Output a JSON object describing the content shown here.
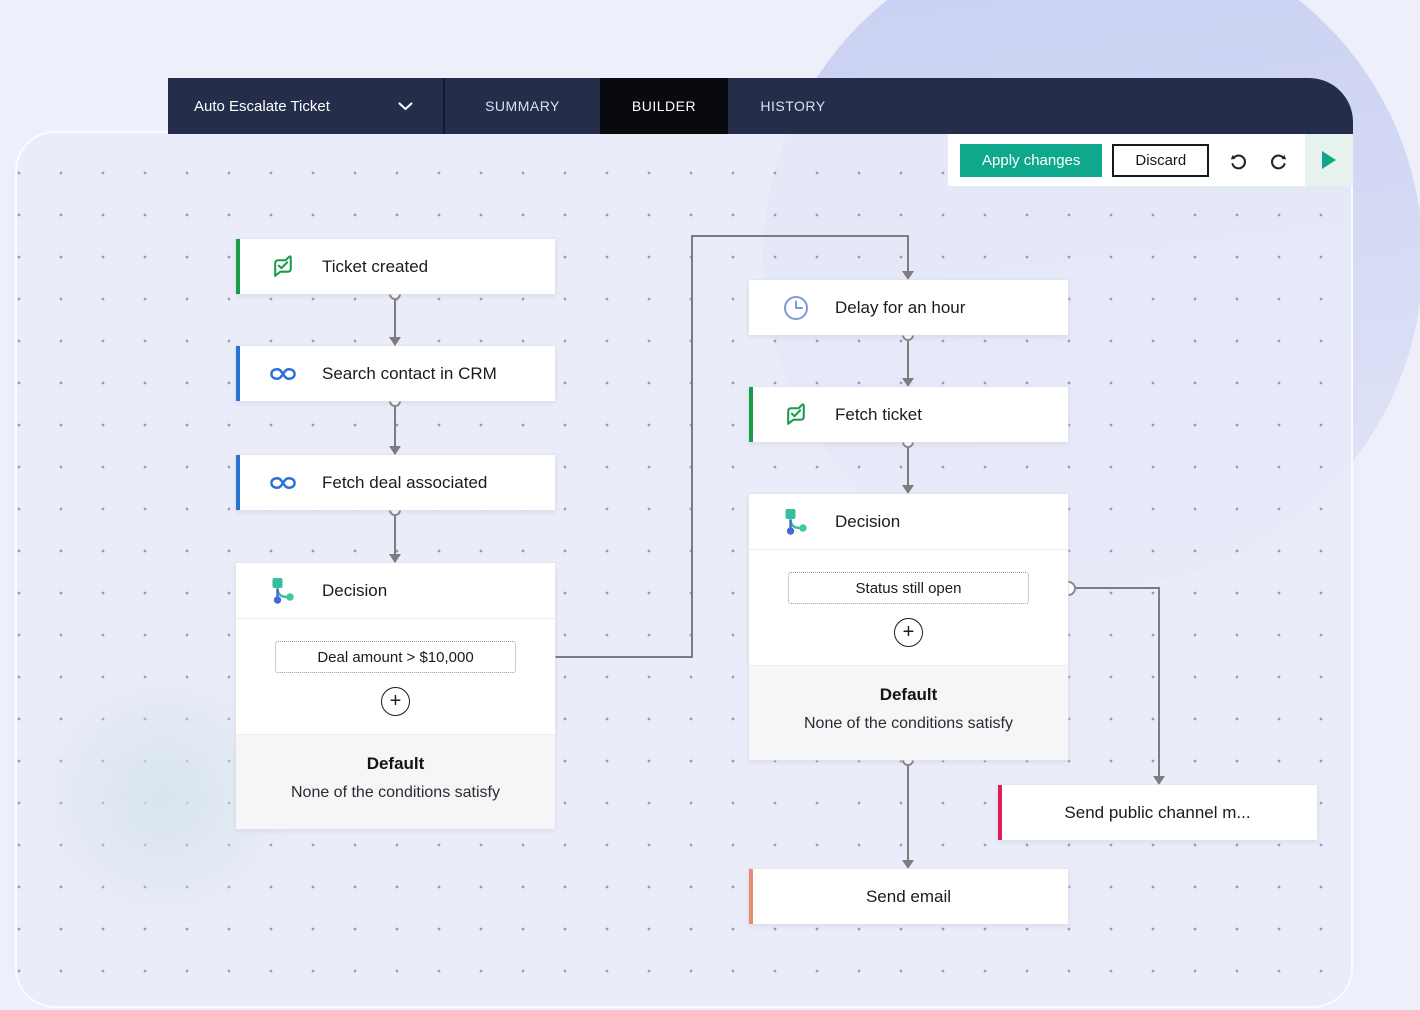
{
  "nav": {
    "workflow_name": "Auto Escalate Ticket",
    "tabs": [
      {
        "label": "SUMMARY",
        "active": false
      },
      {
        "label": "BUILDER",
        "active": true
      },
      {
        "label": "HISTORY",
        "active": false
      }
    ]
  },
  "toolbar": {
    "apply_label": "Apply changes",
    "discard_label": "Discard",
    "undo_icon": "undo-arrow",
    "redo_icon": "redo-arrow",
    "run_icon": "play-triangle"
  },
  "canvas": {
    "nodes": {
      "ticket_created": {
        "label": "Ticket created",
        "icon": "desk-ticket-icon",
        "accent": "#1a9c4b"
      },
      "search_contact": {
        "label": "Search contact in CRM",
        "icon": "crm-infinity-icon",
        "accent": "#2b72d4"
      },
      "fetch_deal": {
        "label": "Fetch deal associated",
        "icon": "crm-infinity-icon",
        "accent": "#2b72d4"
      },
      "decision_left": {
        "label": "Decision",
        "icon": "decision-branch-icon",
        "condition": "Deal amount > $10,000",
        "default_title": "Default",
        "default_subtitle": "None of the conditions satisfy"
      },
      "delay": {
        "label": "Delay for an hour",
        "icon": "clock-icon"
      },
      "fetch_ticket": {
        "label": "Fetch ticket",
        "icon": "desk-ticket-icon",
        "accent": "#1a9c4b"
      },
      "decision_right": {
        "label": "Decision",
        "icon": "decision-branch-icon",
        "condition": "Status still open",
        "default_title": "Default",
        "default_subtitle": "None of the conditions satisfy"
      },
      "send_public_channel": {
        "label": "Send public channel m...",
        "accent": "#e01e56"
      },
      "send_email": {
        "label": "Send email",
        "accent": "#e98a74"
      }
    }
  },
  "colors": {
    "nav_bg": "#242e4b",
    "active_tab_bg": "#090a10",
    "apply_button": "#0ea88c",
    "play_accent": "#12a58a",
    "green_accent": "#1a9c4b",
    "blue_accent": "#2b72d4",
    "crimson_accent": "#e01e56",
    "coral_accent": "#e98a74",
    "clock_icon": "#7e99da",
    "decision_teal": "#36bd9b",
    "decision_blue": "#4668d6",
    "connector_gray": "#7d7d80"
  }
}
